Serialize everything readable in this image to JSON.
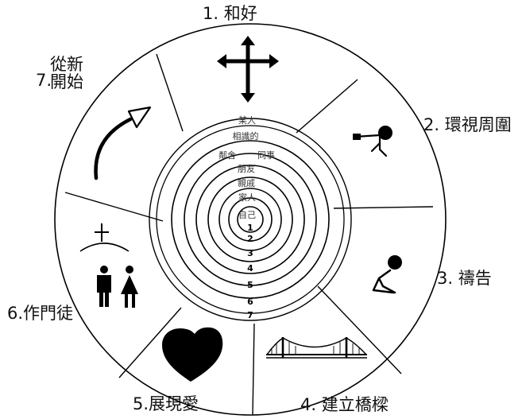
{
  "steps": [
    {
      "num": "1.",
      "text": "和好",
      "icon": "cross-arrows-icon"
    },
    {
      "num": "2.",
      "text": "環視周圍",
      "icon": "person-looking-icon"
    },
    {
      "num": "3.",
      "text": "禱告",
      "icon": "kneeling-person-icon"
    },
    {
      "num": "4.",
      "text": "建立橋樑",
      "icon": "bridge-icon"
    },
    {
      "num": "5.",
      "text": "展現愛",
      "icon": "heart-icon"
    },
    {
      "num": "6.",
      "text": "作門徒",
      "icon": "church-people-icon"
    },
    {
      "num": "7.",
      "text_line1": "從新",
      "text_line2": "開始",
      "icon": "curved-arrow-icon"
    }
  ],
  "rings": {
    "labels": [
      "某人",
      "相識的",
      "鄰舍",
      "同事",
      "朋友",
      "親戚",
      "家人",
      "自己"
    ],
    "numbers": [
      "1",
      "2",
      "3",
      "4",
      "5",
      "6",
      "7"
    ]
  },
  "colors": {
    "ink": "#000000",
    "ring_text": "#333333",
    "background": "#ffffff"
  }
}
